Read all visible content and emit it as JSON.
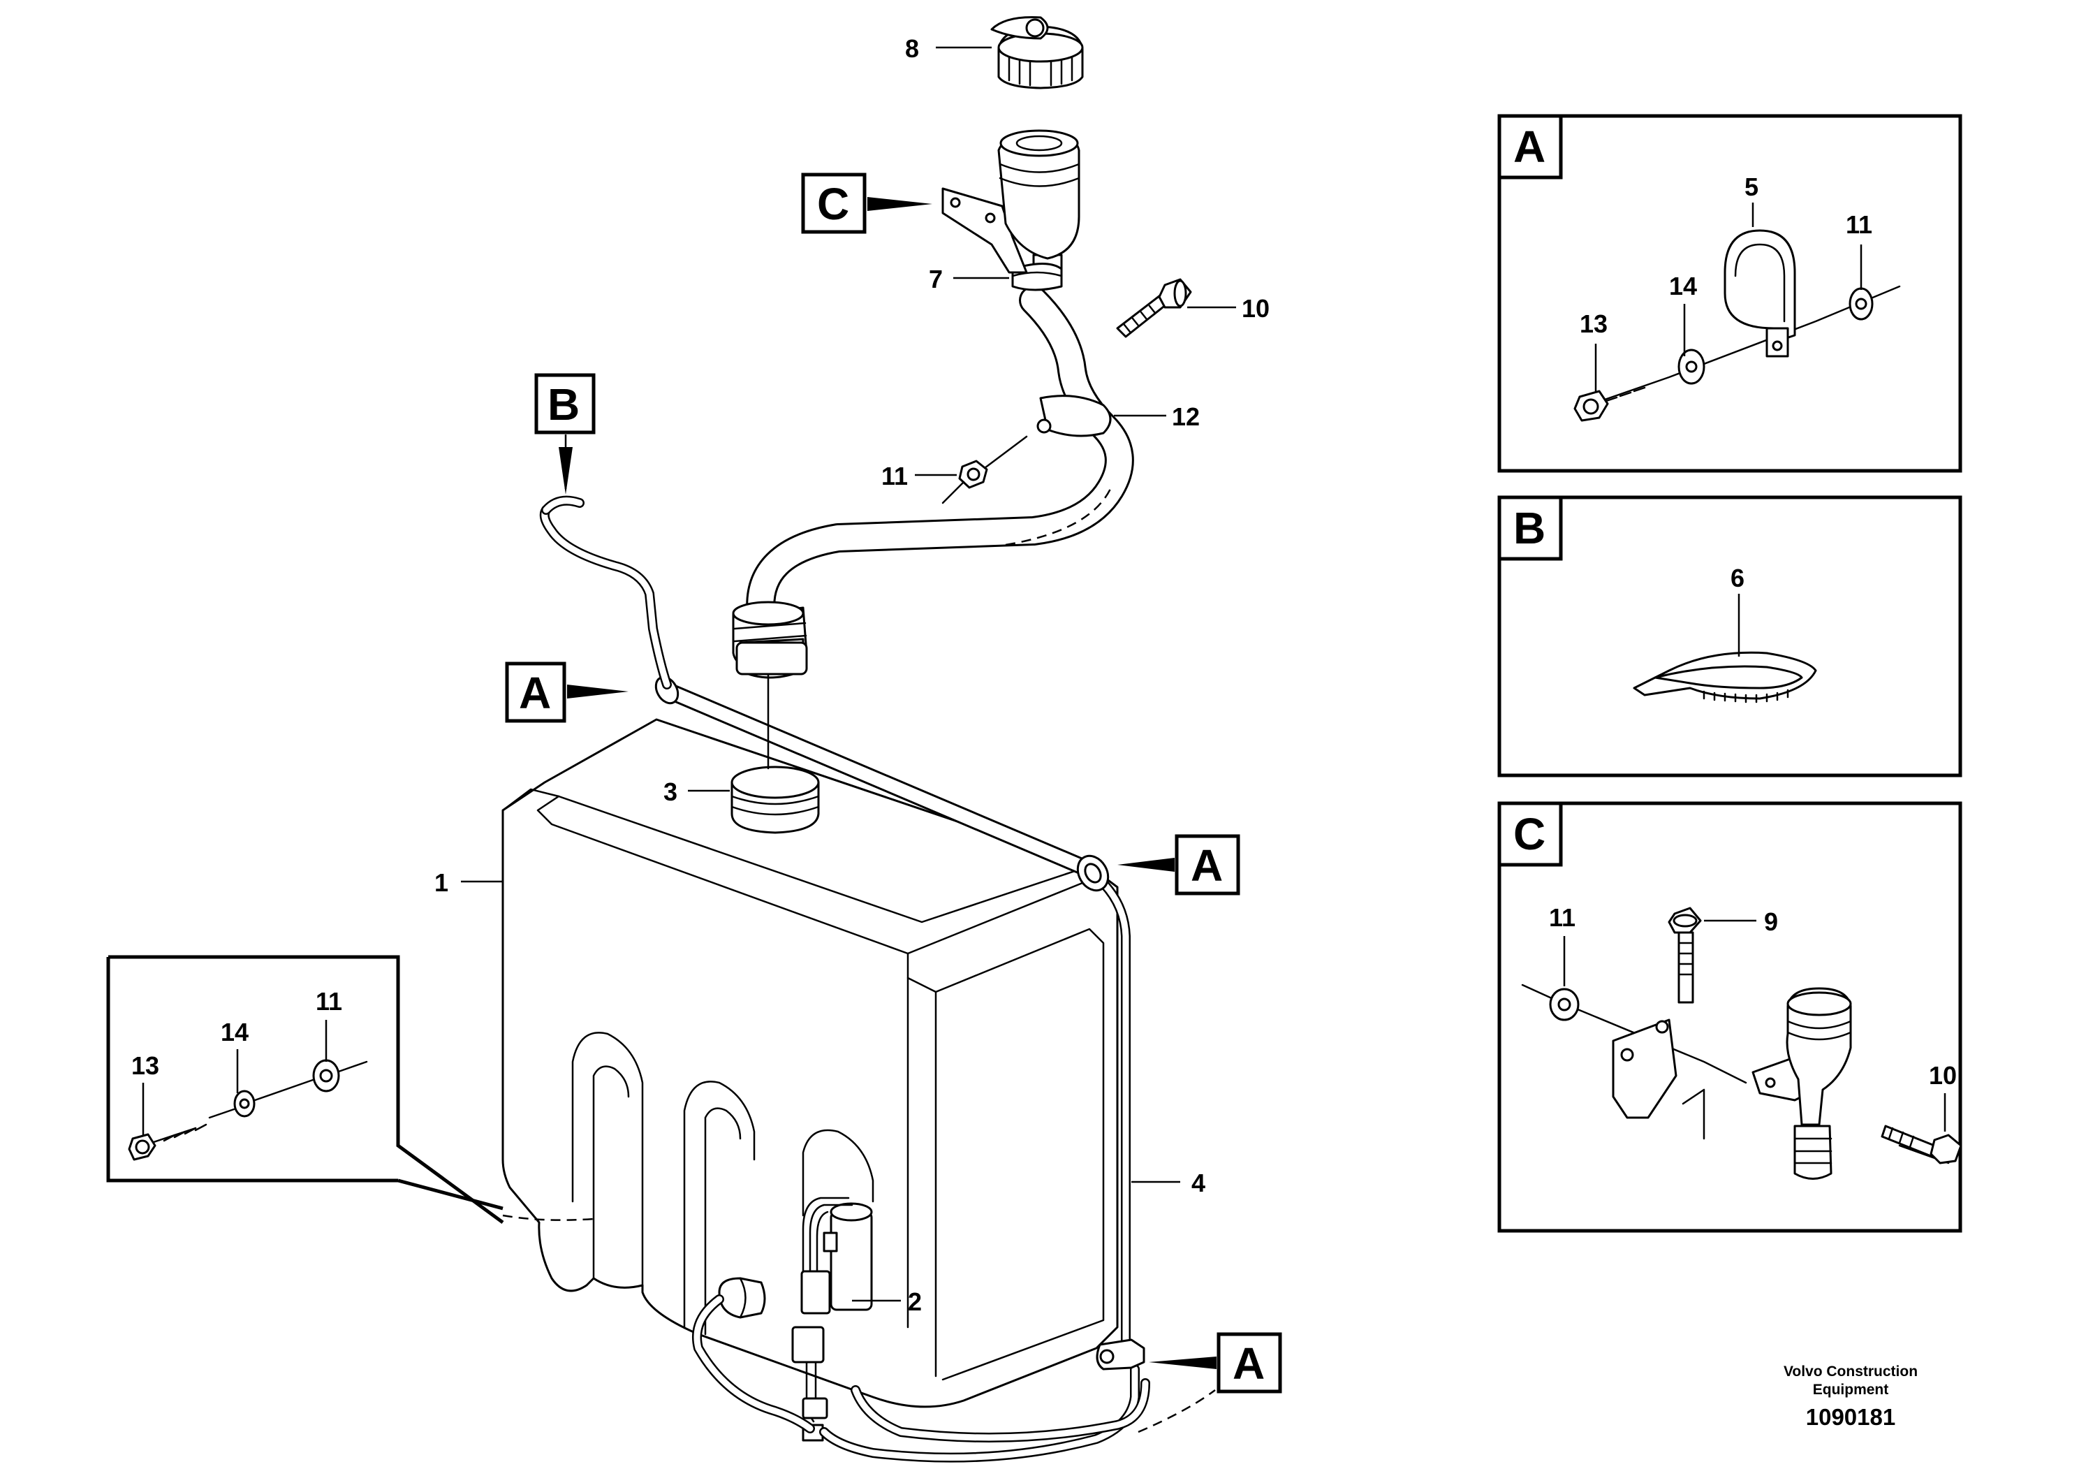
{
  "callouts": {
    "c1": "1",
    "c2": "2",
    "c3": "3",
    "c4": "4",
    "c7": "7",
    "c8": "8",
    "c10": "10",
    "c11": "11",
    "c12": "12",
    "inset_11": "11",
    "inset_13": "13",
    "inset_14": "14"
  },
  "refs": {
    "b_top": "B",
    "a_left": "A",
    "a_mid": "A",
    "a_bottom": "A",
    "c_top": "C"
  },
  "detail_a": {
    "title": "A",
    "c5": "5",
    "c11": "11",
    "c13": "13",
    "c14": "14"
  },
  "detail_b": {
    "title": "B",
    "c6": "6"
  },
  "detail_c": {
    "title": "C",
    "c9": "9",
    "c10": "10",
    "c11": "11"
  },
  "footer": {
    "credit_line1": "Volvo Construction",
    "credit_line2": "Equipment",
    "doc_number": "1090181"
  }
}
